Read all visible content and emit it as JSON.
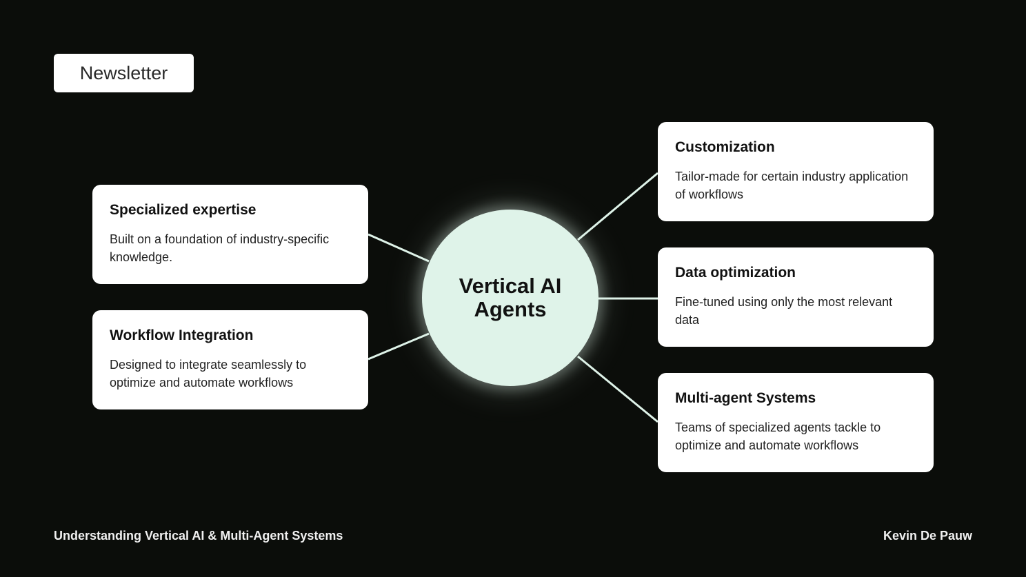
{
  "badge": {
    "label": "Newsletter"
  },
  "hub": {
    "title": "Vertical AI Agents"
  },
  "cards": {
    "specialized": {
      "title": "Specialized expertise",
      "text": "Built on a foundation of industry-specific knowledge."
    },
    "workflow": {
      "title": "Workflow Integration",
      "text": "Designed to integrate seamlessly to optimize and automate workflows"
    },
    "customization": {
      "title": "Customization",
      "text": "Tailor-made for certain industry application of workflows"
    },
    "data": {
      "title": "Data optimization",
      "text": "Fine-tuned using only the most relevant data"
    },
    "multi": {
      "title": "Multi-agent Systems",
      "text": "Teams of specialized agents tackle to optimize and automate workflows"
    }
  },
  "footer": {
    "left": "Understanding Vertical AI & Multi-Agent Systems",
    "right": "Kevin De Pauw"
  },
  "colors": {
    "background": "#0b0d0a",
    "hub": "#dff3e9",
    "connector": "#dff3e9",
    "card": "#ffffff"
  }
}
